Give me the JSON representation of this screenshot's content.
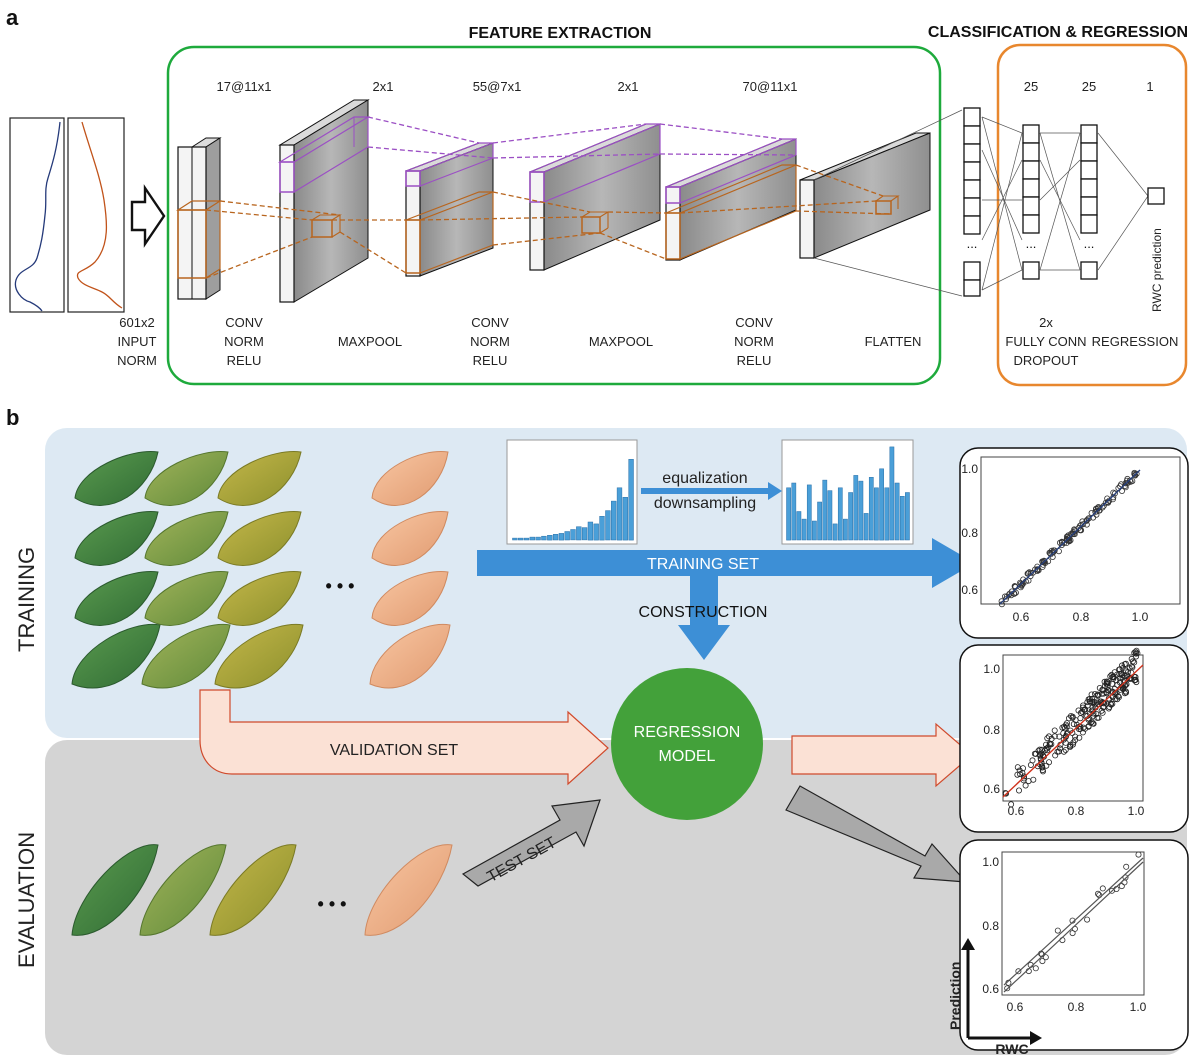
{
  "panel_a": {
    "letter": "a",
    "feature_title": "FEATURE EXTRACTION",
    "class_title": "CLASSIFICATION & REGRESSION",
    "input": {
      "l1": "601x2",
      "l2": "INPUT",
      "l3": "NORM"
    },
    "sizes": {
      "conv1": "17@11x1",
      "pool1": "2x1",
      "conv2": "55@7x1",
      "pool2": "2x1",
      "conv3": "70@11x1",
      "fc1": "25",
      "fc2": "25",
      "out": "1"
    },
    "stages": {
      "conv": [
        "CONV",
        "NORM",
        "RELU"
      ],
      "maxpool": "MAXPOOL",
      "flatten": "FLATTEN",
      "fc": [
        "2x",
        "FULLY CONN",
        "DROPOUT"
      ],
      "regression": "REGRESSION"
    },
    "output_label": "RWC prediction",
    "ellipsis": "..."
  },
  "panel_b": {
    "letter": "b",
    "training": "TRAINING",
    "evaluation": "EVALUATION",
    "equalization": "equalization",
    "downsampling": "downsampling",
    "training_set": "TRAINING SET",
    "construction": "CONSTRUCTION",
    "model_l1": "REGRESSION",
    "model_l2": "MODEL",
    "validation_set": "VALIDATION SET",
    "test_set": "TEST SET",
    "dots": "• • •",
    "axis_x": "RWC",
    "axis_y": "Prediction",
    "ticks_x": [
      "0.6",
      "0.8",
      "1.0"
    ],
    "ticks_y": [
      "0.6",
      "0.8",
      "1.0"
    ]
  },
  "histograms": {
    "before": [
      0.02,
      0.02,
      0.02,
      0.03,
      0.03,
      0.04,
      0.05,
      0.06,
      0.07,
      0.09,
      0.11,
      0.14,
      0.13,
      0.19,
      0.17,
      0.25,
      0.31,
      0.41,
      0.55,
      0.45,
      0.85
    ],
    "after": [
      0.55,
      0.6,
      0.3,
      0.22,
      0.58,
      0.2,
      0.4,
      0.63,
      0.52,
      0.17,
      0.55,
      0.22,
      0.5,
      0.68,
      0.62,
      0.28,
      0.66,
      0.55,
      0.75,
      0.55,
      0.98,
      0.6,
      0.46,
      0.5
    ]
  },
  "colors": {
    "green_box": "#1eaa3c",
    "orange_box": "#e8872e",
    "purple": "#9b4fc4",
    "brown": "#b8651e",
    "blue_arrow": "#3d8fd6",
    "blue_bg": "#dde9f3",
    "gray_bg": "#d4d4d4",
    "model_green": "#43a13a",
    "pink_arrow": "#fbe1d5",
    "pink_border": "#d04a2c"
  }
}
